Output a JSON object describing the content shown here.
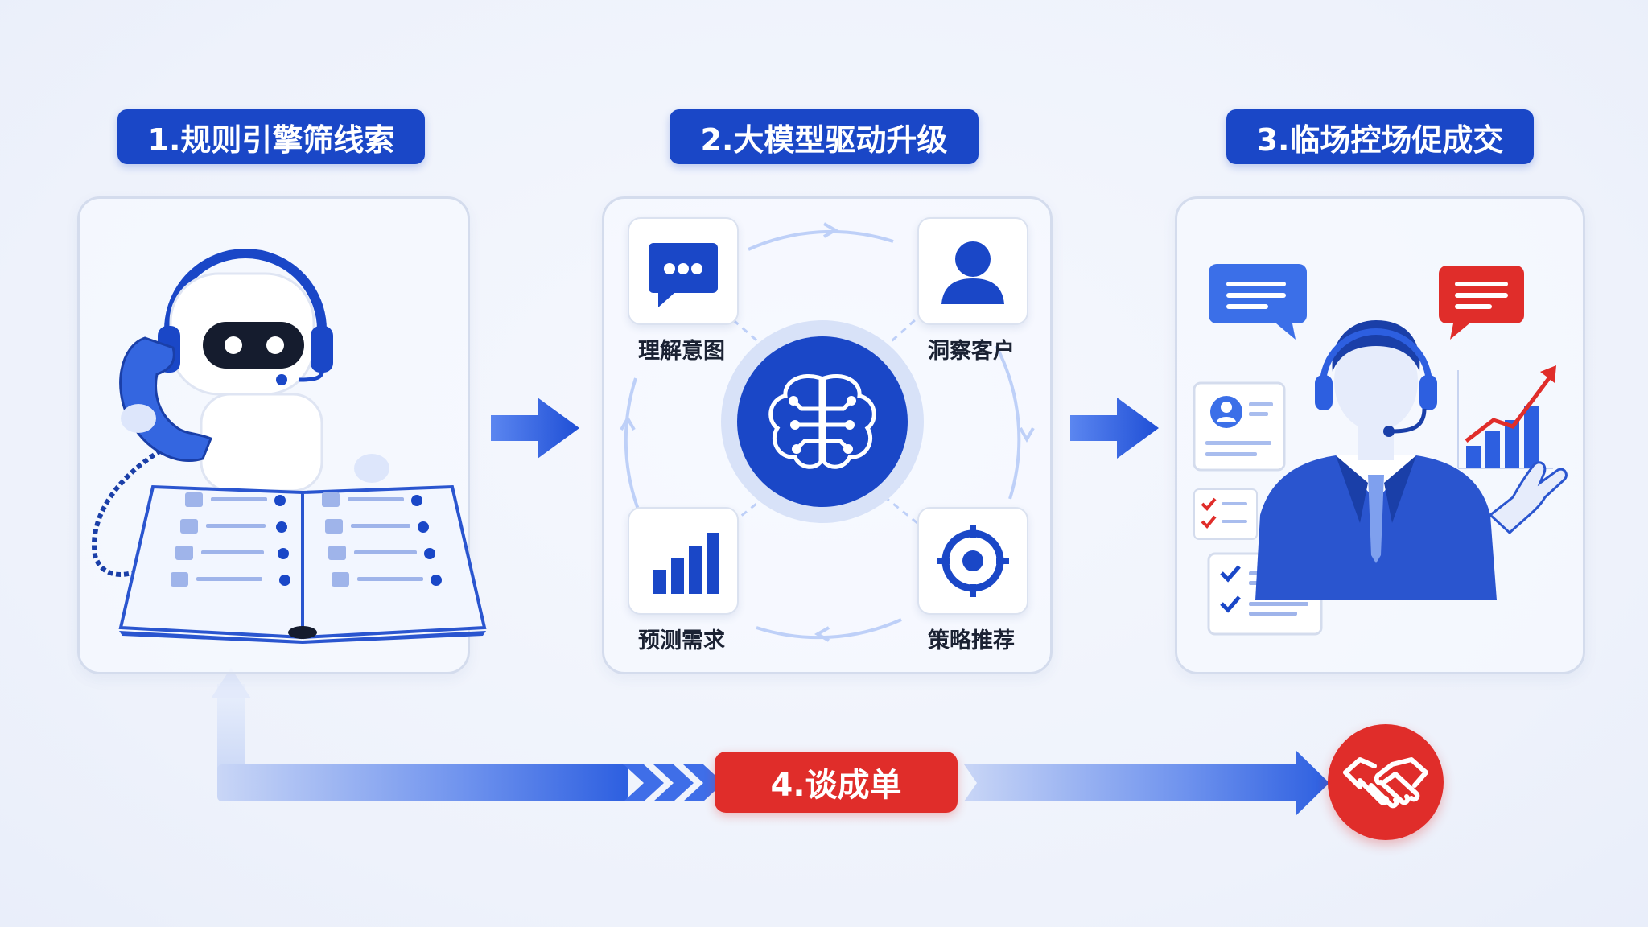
{
  "steps": [
    {
      "label": "1.规则引擎筛线索"
    },
    {
      "label": "2.大模型驱动升级"
    },
    {
      "label": "3.临场控场促成交"
    }
  ],
  "model_nodes": [
    {
      "label": "理解意图",
      "icon": "chat-bubble-icon"
    },
    {
      "label": "洞察客户",
      "icon": "user-icon"
    },
    {
      "label": "预测需求",
      "icon": "bar-chart-icon"
    },
    {
      "label": "策略推荐",
      "icon": "target-icon"
    }
  ],
  "center_icon": "brain-circuit-icon",
  "final_step": {
    "label": "4.谈成单",
    "icon": "handshake-icon"
  },
  "colors": {
    "primary_blue": "#1a47c7",
    "light_blue": "#3b6fe8",
    "deal_red": "#e02d2a",
    "panel_border": "#d4dced",
    "background": "#eef2fb"
  }
}
